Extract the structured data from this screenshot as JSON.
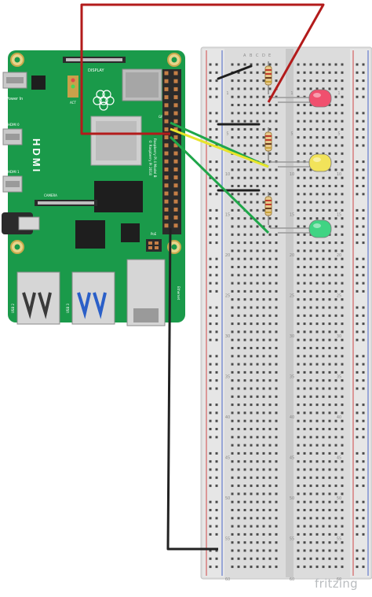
{
  "pi": {
    "hdmi_main": "HDMI",
    "hdmi0": "HDMI 0",
    "hdmi1": "HDMI 1",
    "power_in": "Power In",
    "display": "DISPLAY",
    "camera": "CAMERA",
    "model_line1": "Raspberry Pi 4 Model B",
    "model_line2": "© Raspberry Pi 2018",
    "usb2": "USB 2",
    "usb3": "USB 3",
    "ethernet": "Ethernet",
    "gpio": "GPIO",
    "poe": "PoE",
    "led_mark": "ACT",
    "board_color": "#1a9a4a"
  },
  "breadboard": {
    "column_letters": [
      "A",
      "B",
      "C",
      "D",
      "E"
    ],
    "row_numbers": [
      "1",
      "5",
      "10",
      "15",
      "20",
      "25",
      "30",
      "35",
      "40",
      "45",
      "50",
      "55",
      "60"
    ]
  },
  "leds": [
    {
      "color": "#f0506e",
      "name": "red"
    },
    {
      "color": "#f2e35a",
      "name": "yellow"
    },
    {
      "color": "#3fd483",
      "name": "green"
    }
  ],
  "wires": {
    "power_color": "#b31b1b",
    "gpio_red_color": "#1fa64a",
    "gpio_yellow_color": "#e8e42a",
    "gpio_green_color": "#1fa64a",
    "ground_color": "#222222"
  },
  "watermark": "fritzing"
}
